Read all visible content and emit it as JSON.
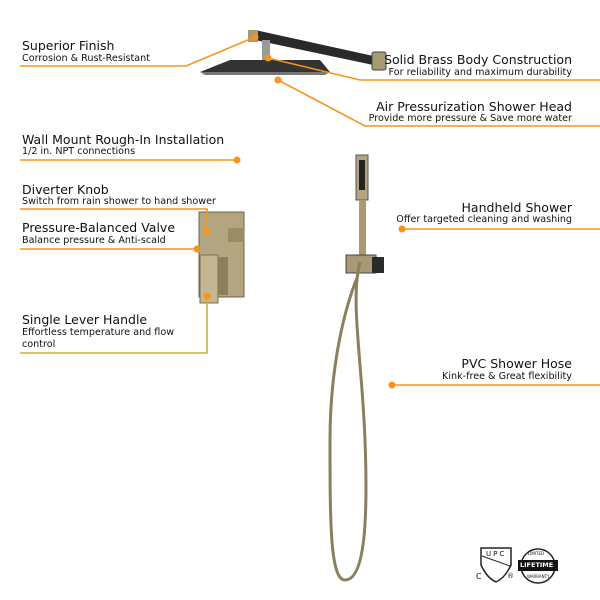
{
  "colors": {
    "callout_line": "#f7931e",
    "lever_line": "#c9b23c",
    "metal": "#a99a76",
    "dark": "#2a2a2a"
  },
  "callouts": [
    {
      "title": "Superior Finish",
      "subtitle": "Corrosion & Rust-Resistant"
    },
    {
      "title": "Solid Brass Body Construction",
      "subtitle": "For reliability and maximum durability"
    },
    {
      "title": "Air Pressurization Shower Head",
      "subtitle": "Provide more pressure & Save more water"
    },
    {
      "title": "Wall Mount Rough-In Installation",
      "subtitle": "1/2 in. NPT connections"
    },
    {
      "title": "Diverter Knob",
      "subtitle": "Switch from rain shower to hand shower"
    },
    {
      "title": "Pressure-Balanced Valve",
      "subtitle": "Balance pressure & Anti-scald"
    },
    {
      "title": "Single Lever Handle",
      "subtitle": "Effortless temperature and  flow",
      "subtitle2": "control"
    },
    {
      "title": "Handheld Shower",
      "subtitle": "Offer targeted cleaning and washing"
    },
    {
      "title": "PVC Shower Hose",
      "subtitle": "Kink-free & Great flexibility"
    }
  ],
  "badges": {
    "upc": "UPC",
    "upc_c": "C",
    "upc_r": "®",
    "warranty_top": "LIMITED",
    "warranty_main": "LIFETIME",
    "warranty_bottom": "WARRANTY"
  }
}
